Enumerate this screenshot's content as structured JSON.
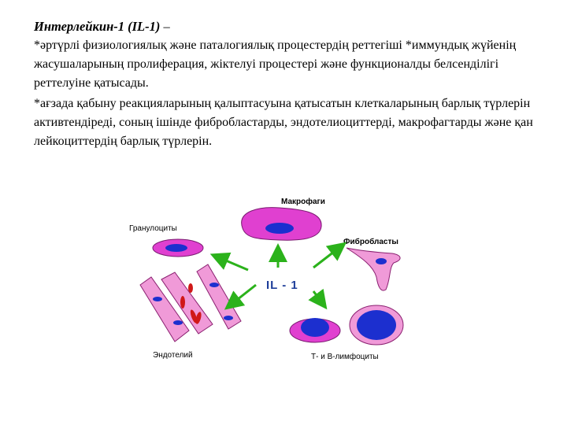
{
  "title": {
    "part1": "Интерлейкин-1 (IL-1)",
    "part2": " –"
  },
  "paragraphs": [
    "*әртүрлі физиологиялық және паталогиялық  процестердің реттегіші *иммундық жүйенің жасушаларының пролиферация, жіктелуі процестері және функционалды белсенділігі реттелуіне қатысады.",
    "*ағзада қабыну реакцияларының қалыптасуына қатысатын клеткаларының  барлық  түрлерін активтендіреді, соның ішінде фибробластарды, эндотелиоциттерді,  макрофагтарды және қан лейкоциттердің барлық түрлерін."
  ],
  "figure": {
    "center_label": "IL - 1",
    "labels": {
      "macrophage": "Макрофаги",
      "granulocytes": "Гранулоциты",
      "fibroblasts": "Фибробласты",
      "endothelium": "Эндотелий",
      "lymphocytes": "Т- и В-лимфоциты"
    },
    "colors": {
      "cell_magenta": "#e040d0",
      "cell_pink": "#f09ad8",
      "nucleus_blue": "#1c2fcf",
      "erythrocyte_red": "#d01818",
      "arrow_green": "#2bb21b"
    }
  }
}
